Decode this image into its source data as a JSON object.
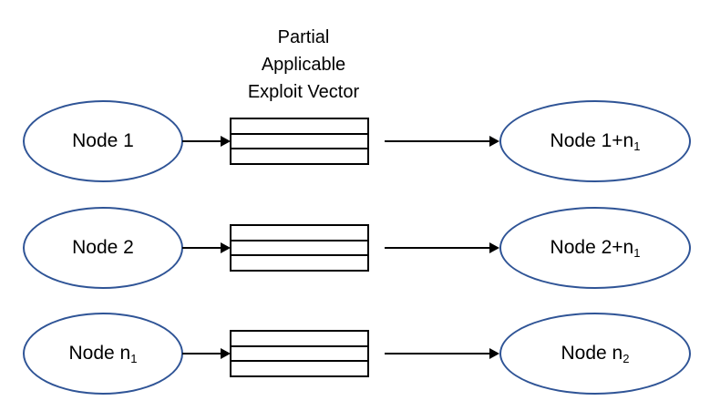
{
  "diagram": {
    "title_lines": [
      "Partial",
      "Applicable",
      "Exploit Vector"
    ],
    "title_full": "Partial Applicable Exploit Vector",
    "colors": {
      "node_outline": "#2f5496",
      "node_fill": "#ffffff",
      "vector_outline": "#000000",
      "arrow": "#000000",
      "text": "#000000",
      "background": "#ffffff"
    },
    "vector_cell_count": 3,
    "rows": [
      {
        "source": {
          "text": "Node 1",
          "base": "Node 1",
          "subscript": ""
        },
        "vector": {
          "name": "partial-applicable-exploit-vector",
          "cells": [
            "",
            "",
            ""
          ]
        },
        "target": {
          "text": "Node 1+n1",
          "base": "Node 1+n",
          "subscript": "1"
        },
        "arrow_in": "arrow-right",
        "arrow_out": "arrow-right"
      },
      {
        "source": {
          "text": "Node 2",
          "base": "Node 2",
          "subscript": ""
        },
        "vector": {
          "name": "partial-applicable-exploit-vector",
          "cells": [
            "",
            "",
            ""
          ]
        },
        "target": {
          "text": "Node 2+n1",
          "base": "Node 2+n",
          "subscript": "1"
        },
        "arrow_in": "arrow-right",
        "arrow_out": "arrow-right"
      },
      {
        "source": {
          "text": "Node n1",
          "base": "Node n",
          "subscript": "1"
        },
        "vector": {
          "name": "partial-applicable-exploit-vector",
          "cells": [
            "",
            "",
            ""
          ]
        },
        "target": {
          "text": "Node n2",
          "base": "Node n",
          "subscript": "2"
        },
        "arrow_in": "arrow-right",
        "arrow_out": "arrow-right"
      }
    ]
  }
}
